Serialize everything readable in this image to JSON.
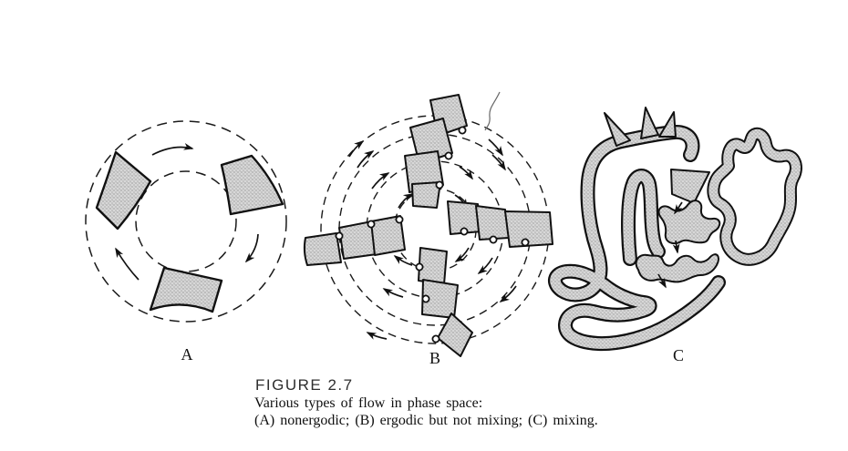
{
  "figure": {
    "title": "FIGURE 2.7",
    "caption_line_1": "Various types of flow in phase space:",
    "caption_line_2": "(A) nonergodic; (B) ergodic but not mixing; (C) mixing."
  },
  "panels": {
    "a": {
      "label": "A"
    },
    "b": {
      "label": "B"
    },
    "c": {
      "label": "C"
    }
  },
  "colors": {
    "ink": "#1a1a1a",
    "shape_gray": "#c9c9c9",
    "paper": "#ffffff"
  }
}
